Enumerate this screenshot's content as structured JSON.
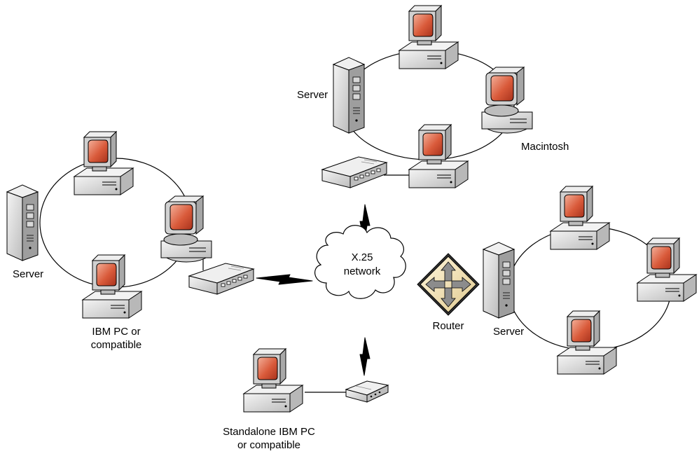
{
  "labels": {
    "server_top": "Server",
    "macintosh": "Macintosh",
    "server_left": "Server",
    "ibm_pc_line1": "IBM PC or",
    "ibm_pc_line2": "compatible",
    "network_line1": "X.25",
    "network_line2": "network",
    "router": "Router",
    "server_right": "Server",
    "standalone_line1": "Standalone IBM PC",
    "standalone_line2": "or compatible"
  },
  "colors": {
    "screen": "#d95a3a",
    "screen_highlight": "#f3b09a",
    "device_body": "#d8d8d8",
    "router_fill": "#f3e2b4",
    "router_arrows": "#8c8c8c"
  }
}
